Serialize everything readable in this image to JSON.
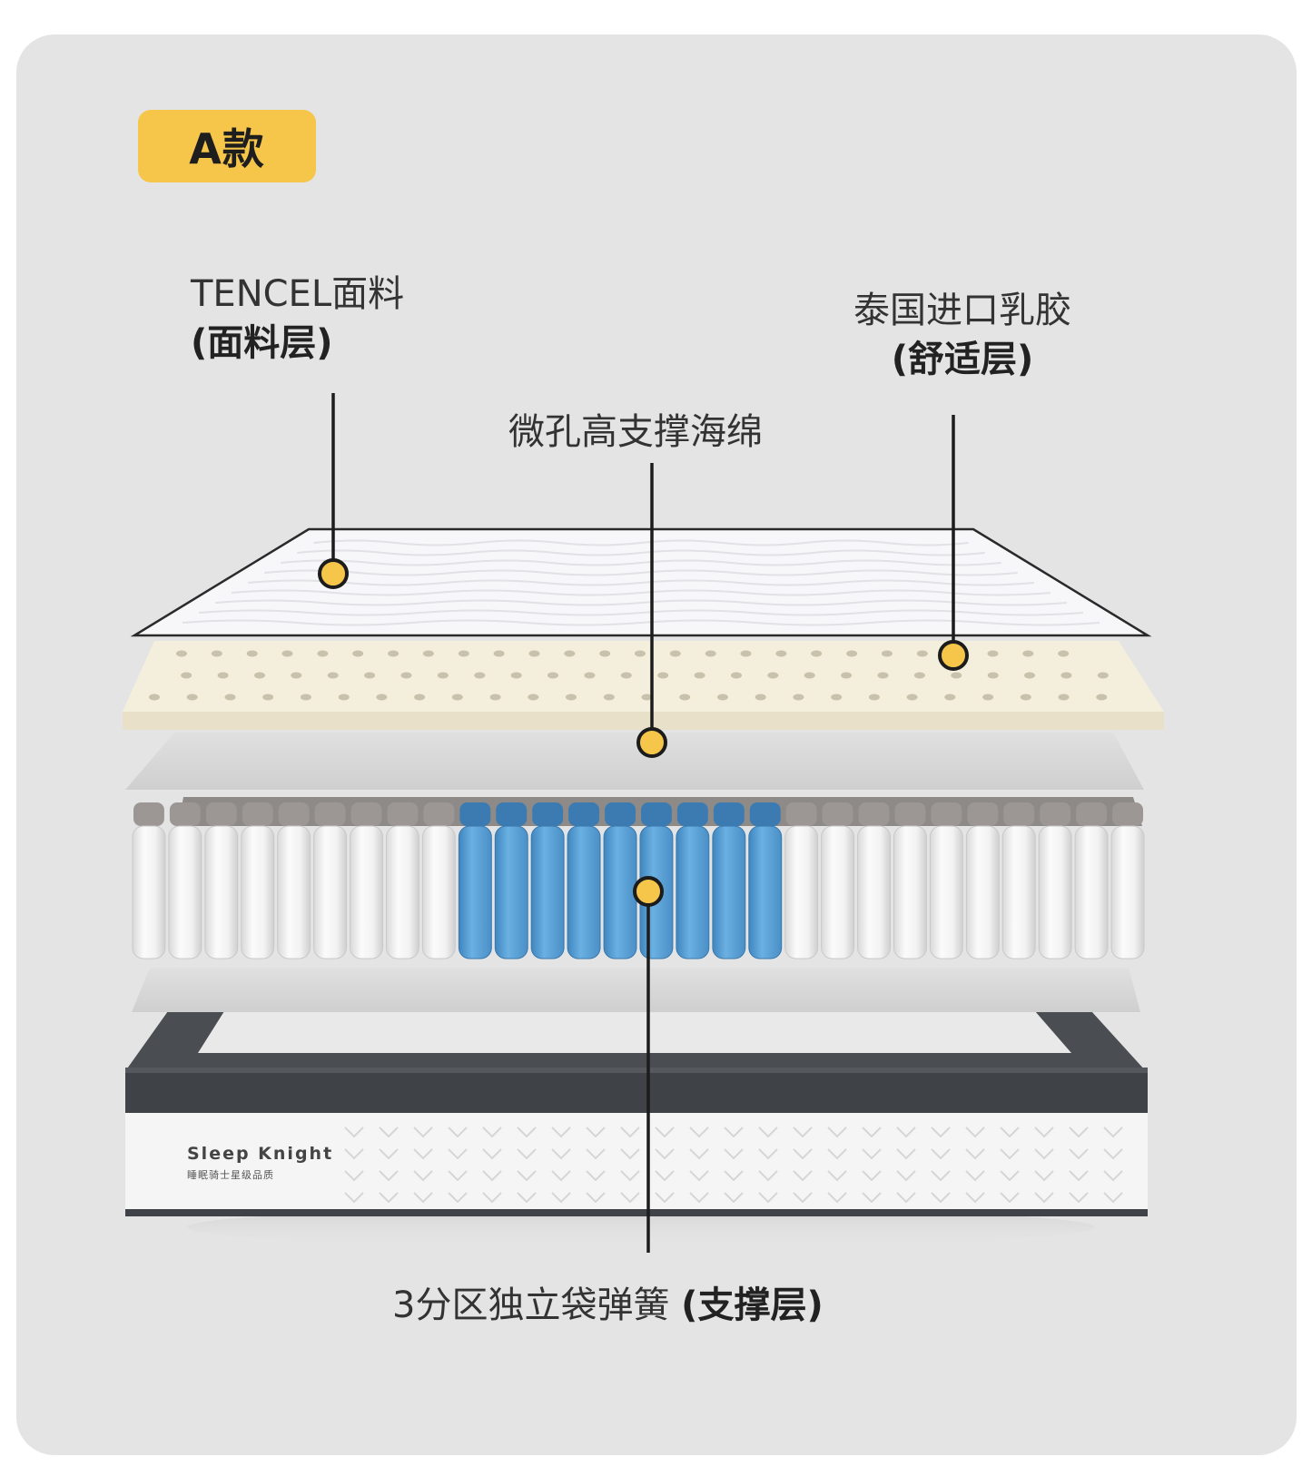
{
  "badge": {
    "label": "A款"
  },
  "brand": {
    "name": "Sleep Knight",
    "tagline": "睡眠骑士星级品质"
  },
  "layers": {
    "cover": {
      "title": "TENCEL面料",
      "role": "(面料层)"
    },
    "latex": {
      "title": "泰国进口乳胶",
      "role": "(舒适层)"
    },
    "foam": {
      "title": "微孔高支撑海绵"
    },
    "springs": {
      "title": "3分区独立袋弹簧",
      "role": "(支撑层)"
    }
  },
  "colors": {
    "background": "#e4e4e4",
    "badge": "#f6c64a",
    "marker": "#f6c64a",
    "latex": "#f4efdd",
    "zone_springs": "#5aa0d6",
    "springs": "#f2f2f2",
    "frame": "#45484c"
  }
}
